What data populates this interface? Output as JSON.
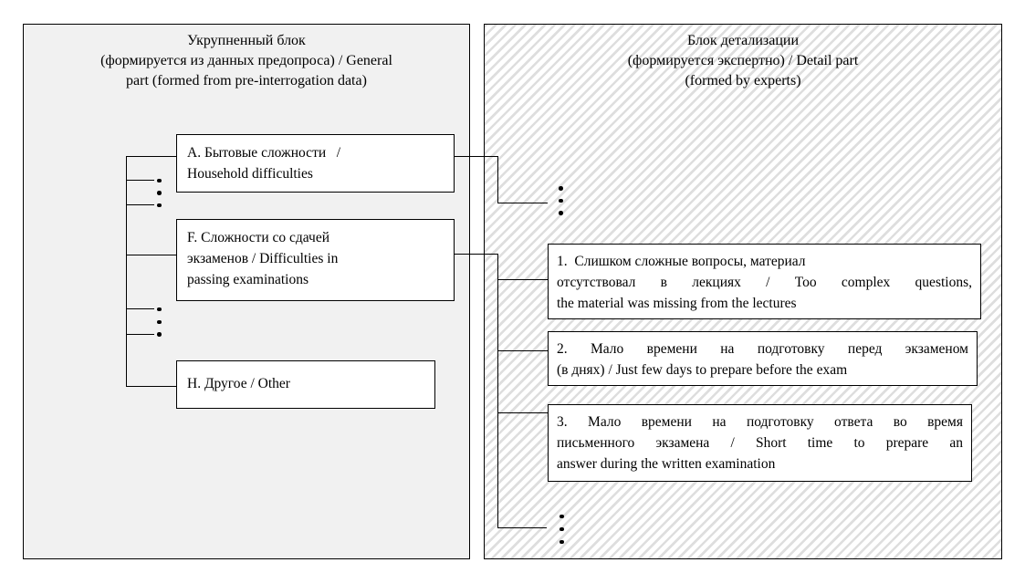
{
  "left_panel": {
    "title": "Укрупненный блок\n(формируется из данных предопроса) / General\npart (formed from pre-interrogation data)",
    "boxes": [
      {
        "id": "A",
        "lines": [
          "А. Бытовые сложности   /",
          "Household difficulties"
        ]
      },
      {
        "id": "F",
        "lines": [
          "F. Сложности со сдачей",
          "экзаменов / Difficulties in",
          "passing examinations"
        ]
      },
      {
        "id": "H",
        "lines": [
          "Н. Другое / Other"
        ]
      }
    ]
  },
  "right_panel": {
    "title": "Блок детализации\n(формируется экспертно) / Detail part\n(formed by experts)",
    "boxes": [
      {
        "id": "1",
        "lines": [
          "1.  Слишком сложные вопросы, материал",
          "отсутствовал в лекциях / Too complex questions,",
          "the material was missing from the lectures"
        ]
      },
      {
        "id": "2",
        "lines": [
          "2. Мало времени на подготовку перед экзаменом",
          "(в днях) / Just few days to prepare before the exam"
        ]
      },
      {
        "id": "3",
        "lines": [
          "3. Мало времени на подготовку ответа во время",
          "письменного экзамена / Short time to prepare an",
          "answer during the written examination"
        ]
      }
    ]
  },
  "colors": {
    "panel_left_bg": "#f1f1f1",
    "hatch_line": "#dedede",
    "box_bg": "#ffffff",
    "line": "#000000"
  }
}
